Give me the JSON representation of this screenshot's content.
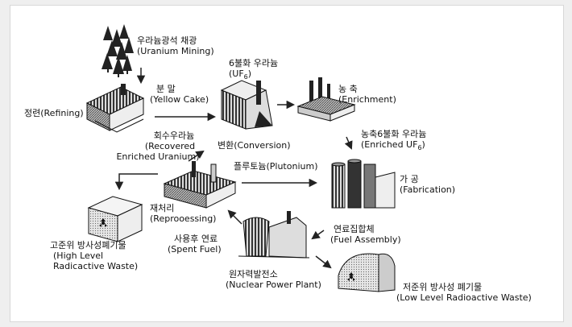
{
  "diagram": {
    "nodes": [
      {
        "id": "mining",
        "ko": "우라늄광석 채광",
        "en": "(Uranium Mining)"
      },
      {
        "id": "refining",
        "ko": "정련(Refining)",
        "en": ""
      },
      {
        "id": "yellowcake",
        "ko": "분 말",
        "en": "(Yellow Cake)"
      },
      {
        "id": "uf6",
        "ko": "6불화 우라늄",
        "en_prefix": "(UF",
        "en_sub": "6",
        "en_suffix": ")"
      },
      {
        "id": "enrichment",
        "ko": "농 축",
        "en": "(Enrichment)"
      },
      {
        "id": "enriched_uf6",
        "ko": "농축6불화 우라늄",
        "en_prefix": "(Enriched UF",
        "en_sub": "6",
        "en_suffix": ")"
      },
      {
        "id": "recovered",
        "ko": "회수우라늄",
        "en": "(Recovered",
        "en2": "Enriched Uranium)"
      },
      {
        "id": "conversion",
        "ko": "변환(Conversion)",
        "en": ""
      },
      {
        "id": "plutonium",
        "ko": "플루토늄(Plutonium)",
        "en": ""
      },
      {
        "id": "fabrication",
        "ko": "가 공",
        "en": "(Fabrication)"
      },
      {
        "id": "reprocessing",
        "ko": "재처리",
        "en": "(Reprooessing)"
      },
      {
        "id": "hlw",
        "ko": "고준위 방사성폐기물",
        "en": "(High Level",
        "en2": "Radicactive Waste)"
      },
      {
        "id": "spent",
        "ko": "사용후 연료",
        "en": "(Spent Fuel)"
      },
      {
        "id": "assembly",
        "ko": "연료집합체",
        "en": "(Fuel Assembly)"
      },
      {
        "id": "npp",
        "ko": "원자력발전소",
        "en": "(Nuclear Power Plant)"
      },
      {
        "id": "llw",
        "ko": "저준위 방사성 폐기물",
        "en": "(Low Level Radioactive Waste)"
      }
    ]
  }
}
